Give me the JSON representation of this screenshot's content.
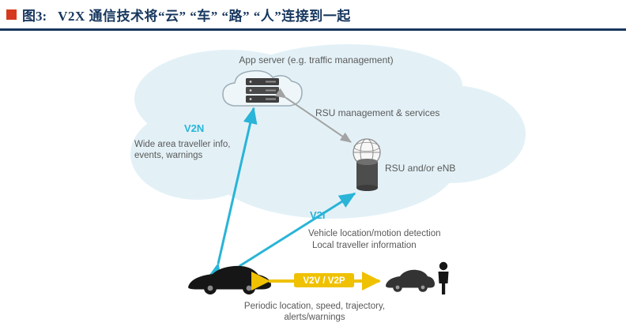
{
  "header": {
    "figure_label": "图3:",
    "title": "V2X 通信技术将“云” “车” “路” “人”连接到一起"
  },
  "colors": {
    "accent_red": "#d63a1e",
    "title_navy": "#17375e",
    "cloud_fill": "#e3f1f7",
    "cyan_arrow": "#29b4d8",
    "yellow_arrow": "#efc100",
    "gray_text": "#595959",
    "gray_arrow": "#a3a3a3"
  },
  "diagram": {
    "app_server": {
      "label": "App server (e.g. traffic management)"
    },
    "rsu": {
      "management_label": "RSU management & services",
      "label": "RSU and/or eNB"
    },
    "v2n": {
      "label": "V2N",
      "desc1": "Wide area traveller info,",
      "desc2": "events, warnings"
    },
    "v2i": {
      "label": "V2I",
      "desc1": "Vehicle location/motion detection",
      "desc2": "Local traveller information"
    },
    "v2v": {
      "label": "V2V / V2P",
      "desc1": "Periodic location, speed, trajectory,",
      "desc2": "alerts/warnings"
    }
  }
}
